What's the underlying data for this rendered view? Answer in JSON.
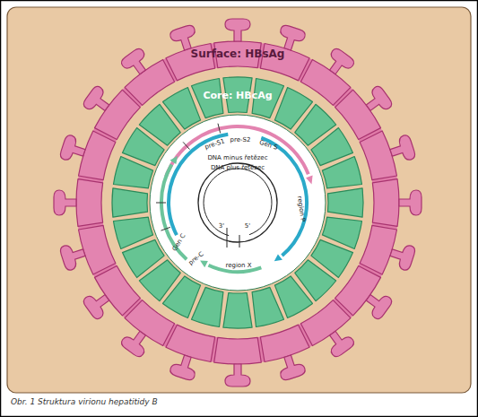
{
  "diagram": {
    "caption": "Obr. 1 Struktura virionu hepatitidy B",
    "nodes": [
      {
        "text": [
          "Surface: HBsAg"
        ]
      },
      {
        "text": [
          "Core: HBcAg"
        ],
        "in": 0
      }
    ],
    "labels": [
      "pre-S1",
      "pre-S2",
      "Gen S",
      "DNA minus řetězec",
      "DNA plus řetězec",
      "region P",
      "region X",
      "Gen C",
      "pre-C",
      "5'",
      "3'"
    ]
  }
}
